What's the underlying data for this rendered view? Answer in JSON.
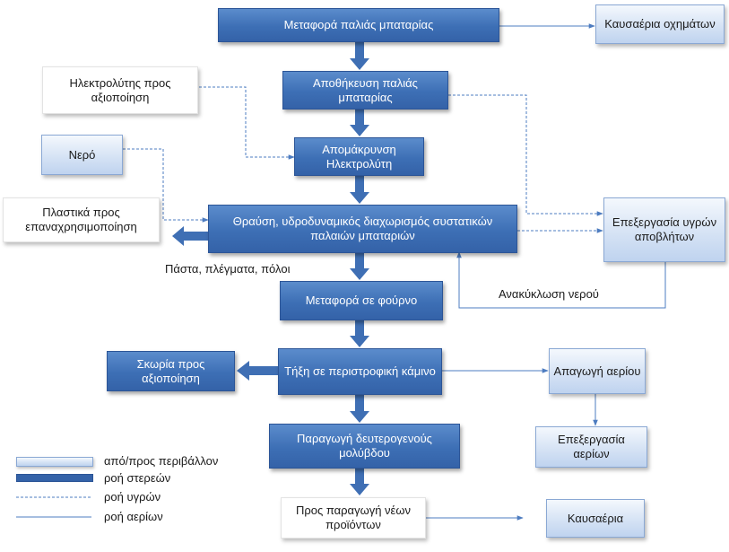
{
  "nodes": {
    "transport_old_battery": "Μεταφορά παλιάς μπαταρίας",
    "vehicle_fuel_gases": "Καυσαέρια οχημάτων",
    "storage_old_battery": "Αποθήκευση παλιάς μπαταρίας",
    "electrolyte_reuse": "Ηλεκτρολύτης προς αξιοποίηση",
    "electrolyte_removal": "Απομάκρυνση Ηλεκτρολύτη",
    "water": "Νερό",
    "plastics_recycling": "Πλαστικά προς επαναχρησιμοποίηση",
    "crushing_separation": "Θραύση, υδροδυναμικός διαχωρισμός συστατικών παλαιών μπαταριών",
    "liquid_waste_treatment": "Επεξεργασία υγρών αποβλήτων",
    "transfer_furnace": "Μεταφορά σε φούρνο",
    "slag_reuse": "Σκωρία προς αξιοποίηση",
    "rotary_kiln_melting": "Τήξη σε περιστροφική κάμινο",
    "gas_extraction": "Απαγωγή αερίου",
    "gas_treatment": "Επεξεργασία αερίων",
    "secondary_lead_production": "Παραγωγή δευτερογενούς μολύβδου",
    "new_products": "Προς παραγωγή νέων προϊόντων",
    "exhaust_gases": "Καυσαέρια"
  },
  "labels": {
    "paste_grids_poles": "Πάστα, πλέγματα, πόλοι",
    "water_recirculation": "Ανακύκλωση νερού"
  },
  "legend": {
    "environment": "από/προς περιβάλλον",
    "solids_flow": "ροή στερεών",
    "liquids_flow": "ροή υγρών",
    "gases_flow": "ροή αερίων"
  },
  "colors": {
    "dark_fill": "#3d6fb5",
    "light_fill": "#d3e1f4",
    "arrow_solid": "#3f6fb4",
    "line": "#4d7cc0"
  }
}
